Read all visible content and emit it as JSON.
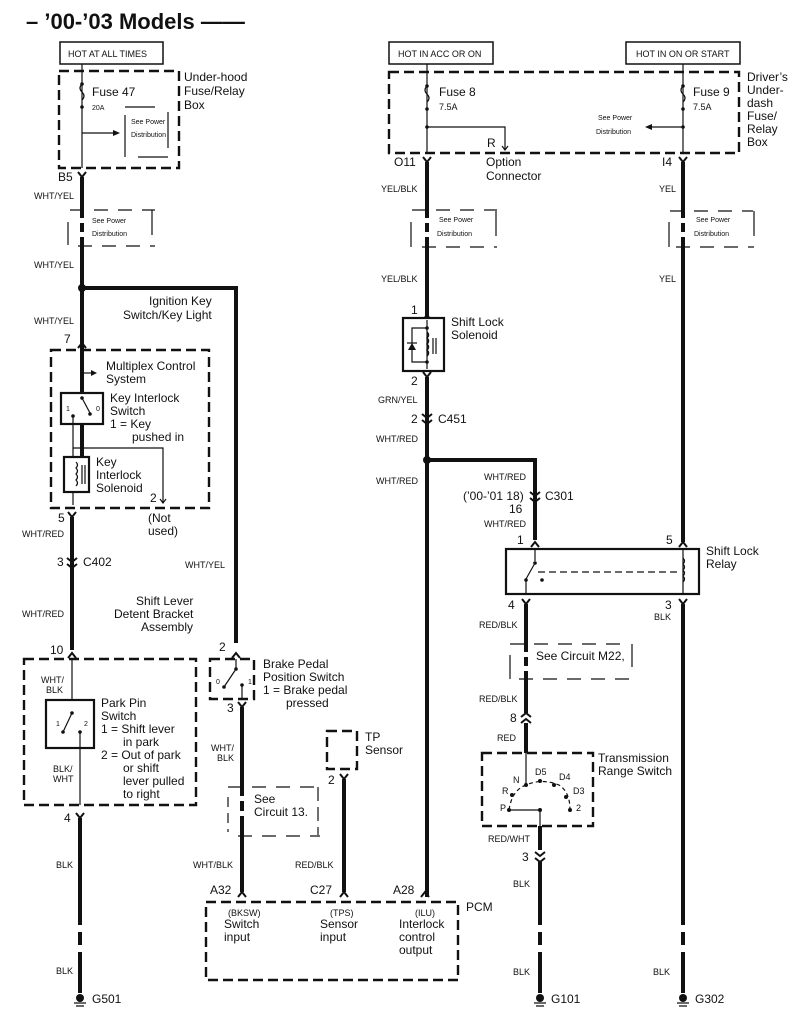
{
  "title": "– ’00-’03 Models ——",
  "power_labels": {
    "hot_all_times": "HOT AT ALL TIMES",
    "hot_acc_on": "HOT IN ACC OR ON",
    "hot_on_start": "HOT IN ON OR START"
  },
  "boxes": {
    "underhood": [
      "Under-hood",
      "Fuse/Relay",
      "Box"
    ],
    "driver_underdash": [
      "Driver’s",
      "Under-",
      "dash",
      "Fuse/",
      "Relay",
      "Box"
    ]
  },
  "fuses": {
    "f47": {
      "name": "Fuse 47",
      "rating": "20A"
    },
    "f8": {
      "name": "Fuse 8",
      "rating": "7.5A"
    },
    "f9": {
      "name": "Fuse 9",
      "rating": "7.5A"
    }
  },
  "see_power": [
    "See Power",
    "Distribution"
  ],
  "option_connector": {
    "pin": "R",
    "label": [
      "Option",
      "Connector"
    ]
  },
  "terminals": {
    "b5": "B5",
    "o11": "O11",
    "i4": "I4",
    "p7": "7",
    "p5": "5",
    "p2_ki": "2",
    "p3_c402": "3",
    "c402": "C402",
    "p10": "10",
    "p4_pp": "4",
    "p2_bp": "2",
    "p3_bp": "3",
    "p1_sls": "1",
    "p2_sls": "2",
    "p2_c451": "2",
    "c451": "C451",
    "c301_note": "(’00-’01 18)",
    "c301": "C301",
    "p16": "16",
    "p1_rel": "1",
    "p5_rel": "5",
    "p4_rel": "4",
    "p3_rel": "3",
    "p8": "8",
    "p3_trs": "3",
    "p2_tp": "2",
    "a32": "A32",
    "c27": "C27",
    "a28": "A28"
  },
  "wires": {
    "wht_yel": "WHT/YEL",
    "wht_red": "WHT/RED",
    "yel_blk": "YEL/BLK",
    "yel": "YEL",
    "grn_yel": "GRN/YEL",
    "wht_blk_split": [
      "WHT/",
      "BLK"
    ],
    "blk_wht_split": [
      "BLK/",
      "WHT"
    ],
    "wht_blk": "WHT/BLK",
    "red_blk": "RED/BLK",
    "red": "RED",
    "red_wht": "RED/WHT",
    "blk": "BLK"
  },
  "components": {
    "ignition": [
      "Ignition Key",
      "Switch/Key Light"
    ],
    "multiplex": [
      "Multiplex Control",
      "System"
    ],
    "key_interlock_switch": [
      "Key Interlock",
      "Switch",
      "1 =  Key",
      "pushed in"
    ],
    "key_interlock_solenoid": [
      "Key",
      "Interlock",
      "Solenoid"
    ],
    "not_used": [
      "(Not",
      "used)"
    ],
    "shift_lever": [
      "Shift Lever",
      "Detent Bracket",
      "Assembly"
    ],
    "park_pin": [
      "Park Pin",
      "Switch",
      "1 =  Shift lever",
      "in park",
      "2 =  Out of park",
      "or shift",
      "lever pulled",
      "to right"
    ],
    "brake_pedal": [
      "Brake Pedal",
      "Position Switch",
      "1 = Brake pedal",
      "pressed"
    ],
    "tp_sensor": [
      "TP",
      "Sensor"
    ],
    "see_circuit_13": [
      "See",
      "Circuit 13."
    ],
    "shift_lock_solenoid": [
      "Shift Lock",
      "Solenoid"
    ],
    "shift_lock_relay": [
      "Shift Lock",
      "Relay"
    ],
    "see_circuit_m22": "See Circuit M22,",
    "trs": [
      "Transmission",
      "Range Switch"
    ],
    "trs_positions": [
      "P",
      "R",
      "N",
      "D5",
      "D4",
      "D3",
      "2"
    ],
    "pcm": "PCM",
    "pcm_bksw": [
      "(BKSW)",
      "Switch",
      "input"
    ],
    "pcm_tps": [
      "(TPS)",
      "Sensor",
      "input"
    ],
    "pcm_ilu": [
      "(ILU)",
      "Interlock",
      "control",
      "output"
    ],
    "switch_pos": {
      "zero": "0",
      "one": "1",
      "two": "2"
    }
  },
  "grounds": {
    "g501": "G501",
    "g101": "G101",
    "g302": "G302"
  }
}
